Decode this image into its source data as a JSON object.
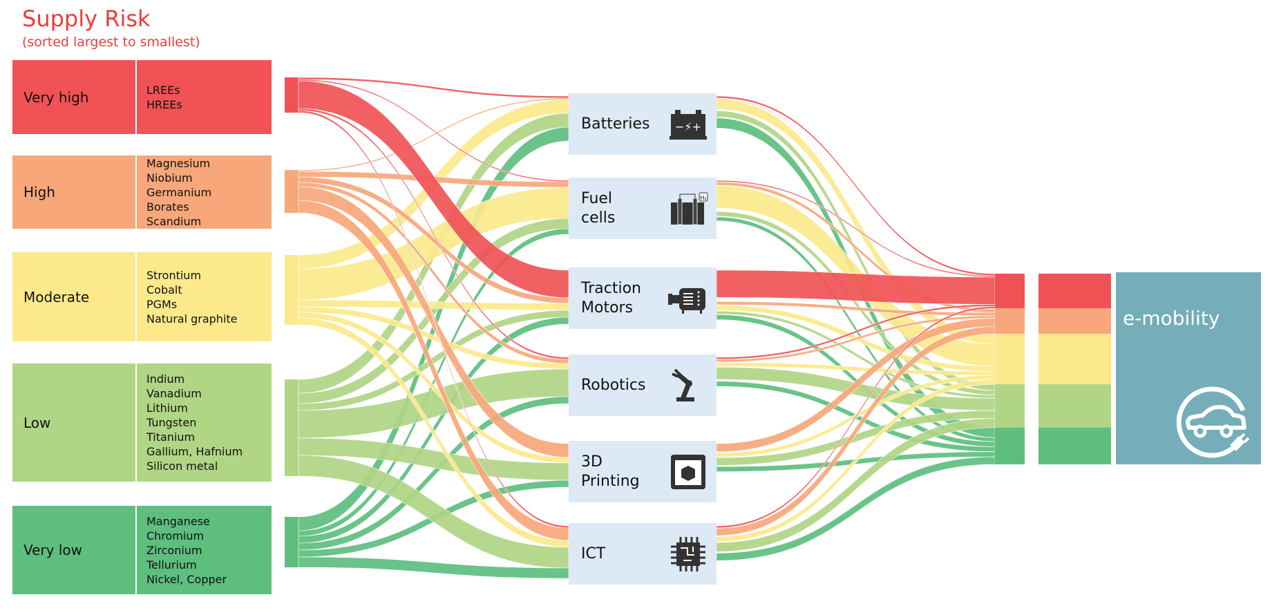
{
  "title": "Supply Risk",
  "subtitle": "(sorted largest to smallest)",
  "colors": {
    "very_high": "#f05256",
    "high": "#f7a77a",
    "moderate": "#fbe98b",
    "low": "#b0d584",
    "very_low": "#5dbe7e",
    "node_bg": "#ddeaf5",
    "emobility": "#75adb9"
  },
  "risk_levels": [
    {
      "label": "Very high",
      "materials": [
        "LREEs",
        "HREEs"
      ]
    },
    {
      "label": "High",
      "materials": [
        "Magnesium",
        "Niobium",
        "Germanium",
        "Borates",
        "Scandium"
      ]
    },
    {
      "label": "Moderate",
      "materials": [
        "Strontium",
        "Cobalt",
        "PGMs",
        "Natural graphite"
      ]
    },
    {
      "label": "Low",
      "materials": [
        "Indium",
        "Vanadium",
        "Lithium",
        "Tungsten",
        "Titanium",
        "Gallium, Hafnium",
        "Silicon metal"
      ]
    },
    {
      "label": "Very low",
      "materials": [
        "Manganese",
        "Chromium",
        "Zirconium",
        "Tellurium",
        "Nickel, Copper"
      ]
    }
  ],
  "applications": [
    {
      "label": "Batteries",
      "icon": "battery-icon"
    },
    {
      "label": "Fuel\ncells",
      "icon": "fuel-cell-icon"
    },
    {
      "label": "Traction\nMotors",
      "icon": "motor-icon"
    },
    {
      "label": "Robotics",
      "icon": "robot-arm-icon"
    },
    {
      "label": "3D\nPrinting",
      "icon": "3d-printer-icon"
    },
    {
      "label": "ICT",
      "icon": "chip-icon"
    }
  ],
  "target": {
    "label": "e-mobility",
    "icon": "electric-car-plug-icon"
  },
  "chart_data": {
    "type": "sankey",
    "title": "Supply Risk",
    "sources": [
      "Very high",
      "High",
      "Moderate",
      "Low",
      "Very low"
    ],
    "targets": [
      "Batteries",
      "Fuel cells",
      "Traction Motors",
      "Robotics",
      "3D Printing",
      "ICT"
    ],
    "sink": "e-mobility",
    "flows_relative": [
      [
        3,
        2,
        40,
        3,
        0,
        3
      ],
      [
        2,
        8,
        8,
        6,
        20,
        18
      ],
      [
        20,
        45,
        10,
        8,
        8,
        10
      ],
      [
        20,
        15,
        10,
        40,
        25,
        30
      ],
      [
        20,
        8,
        10,
        10,
        10,
        15
      ]
    ],
    "sink_share_relative": [
      49,
      36,
      71,
      61,
      52
    ]
  }
}
